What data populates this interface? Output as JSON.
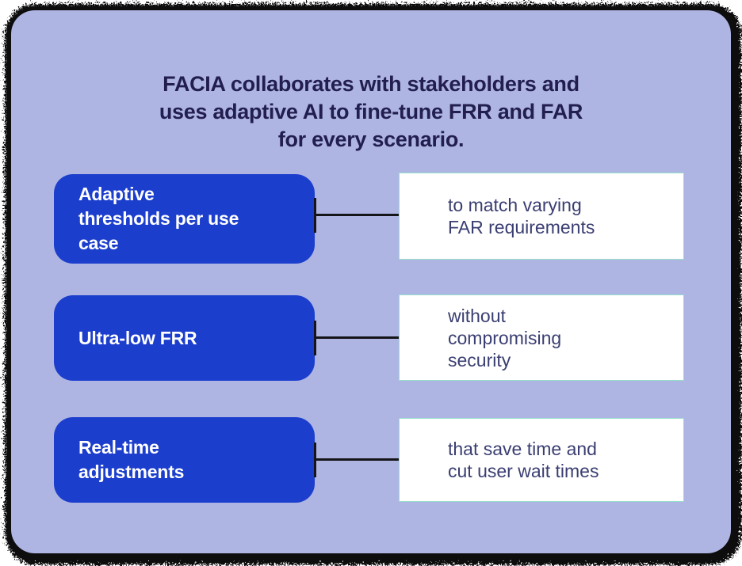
{
  "title": "FACIA collaborates with stakeholders and\nuses adaptive AI to fine-tune FRR and FAR\nfor every scenario.",
  "rows": [
    {
      "feature": "Adaptive\nthresholds per use\ncase",
      "benefit": "to match varying\nFAR requirements"
    },
    {
      "feature": "Ultra-low FRR",
      "benefit": "without\ncompromising\nsecurity"
    },
    {
      "feature": "Real-time\nadjustments",
      "benefit": "that save time and\ncut user wait times"
    }
  ],
  "colors": {
    "lavender": "#aeb5e3",
    "blue": "#1c3ecd",
    "navy": "#221e4e",
    "benefit": "#3a3e71",
    "mint": "#96dfca",
    "line": "#141419",
    "ring": "#0e0e11"
  }
}
